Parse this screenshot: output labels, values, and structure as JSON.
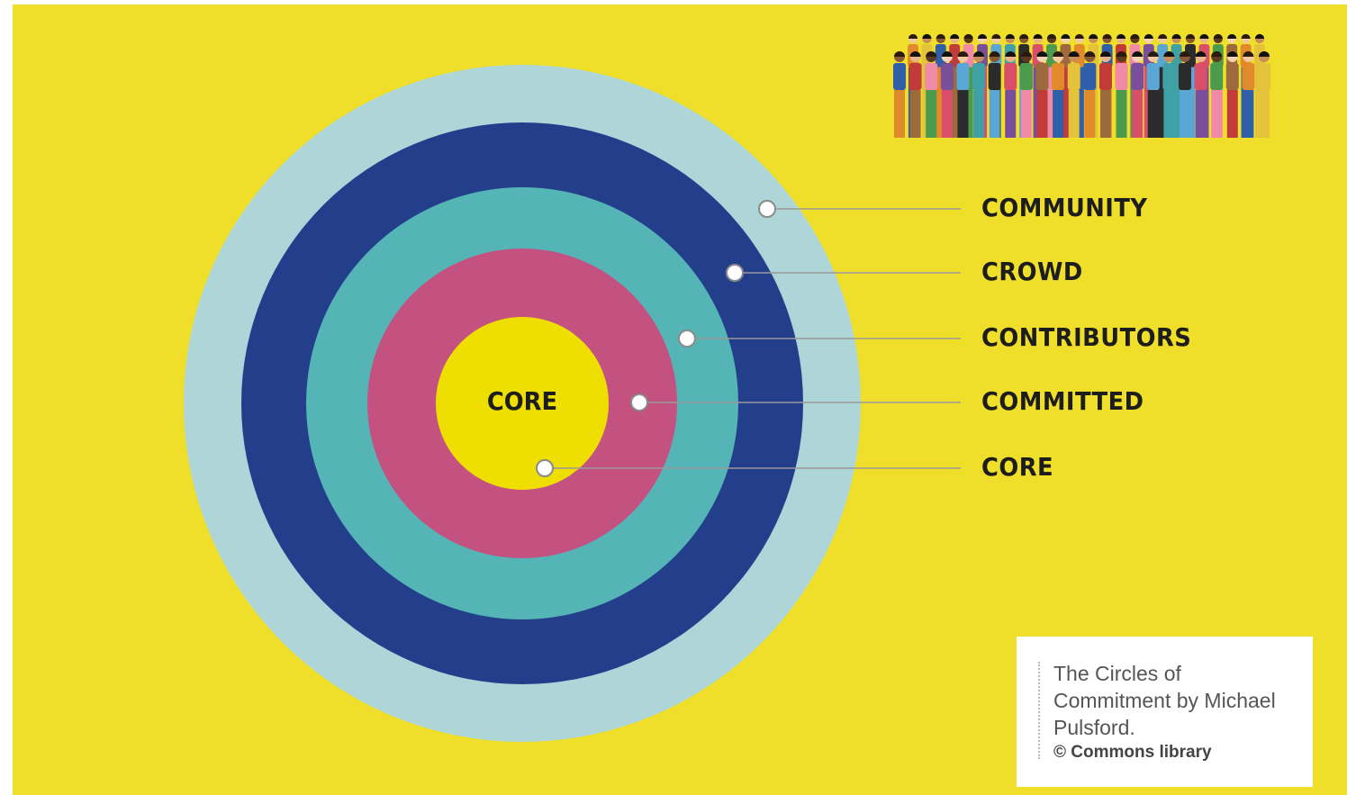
{
  "diagram": {
    "center_label": "CORE",
    "rings": [
      {
        "label": "COMMUNITY",
        "color": "#aed6d8"
      },
      {
        "label": "CROWD",
        "color": "#233f8c"
      },
      {
        "label": "CONTRIBUTORS",
        "color": "#55b4b6"
      },
      {
        "label": "COMMITTED",
        "color": "#c45281"
      },
      {
        "label": "CORE",
        "color": "#efdf00"
      }
    ],
    "background_color": "#efdf2a",
    "connector_color": "#9a9a9a"
  },
  "illustration": {
    "icon": "crowd-of-people-illustration"
  },
  "caption": {
    "text": "The Circles of Commitment by Michael Pulsford.",
    "credit": "© Commons library"
  }
}
